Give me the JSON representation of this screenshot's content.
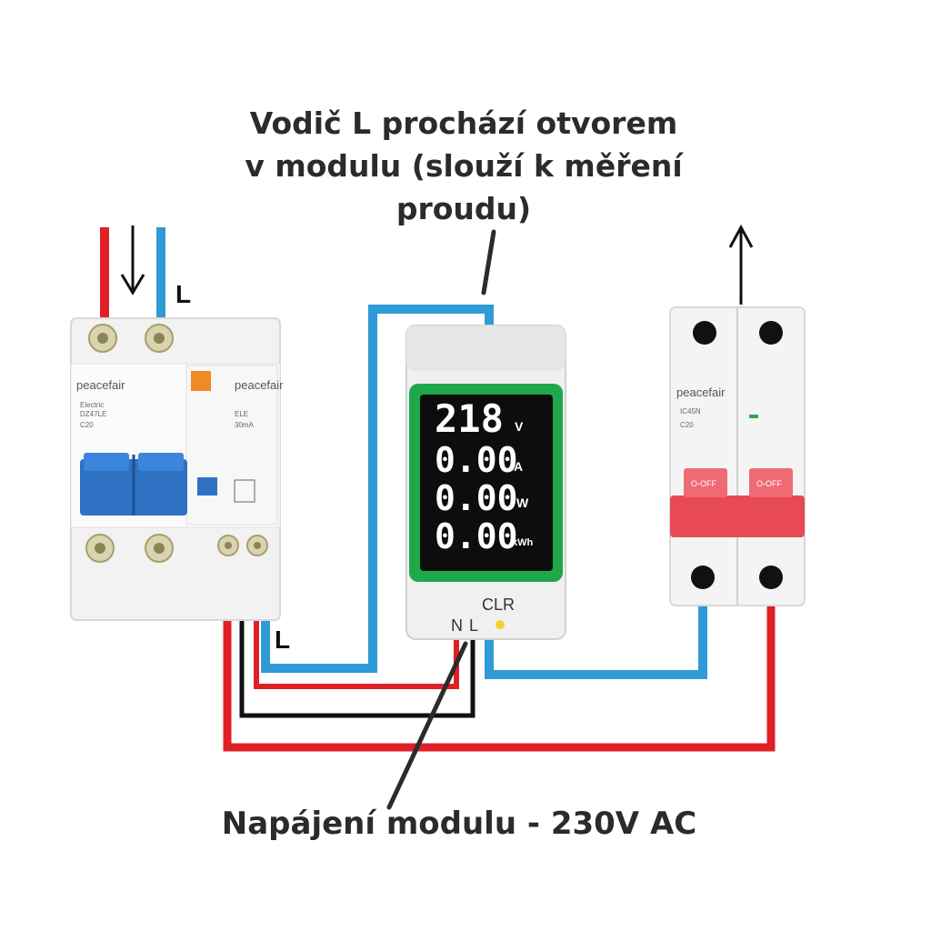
{
  "annotations": {
    "top": [
      "Vodič L prochází otvorem",
      "v modulu (slouží k měření",
      "proudu)"
    ],
    "bottom": "Napájení modulu -  230V AC"
  },
  "labels": {
    "rcd_input_l": "L",
    "rcd_output_l": "L"
  },
  "rcd": {
    "brand": "peacefair",
    "model_lines": [
      "Electric",
      "DZ47LE",
      "C20",
      "ELE",
      "30mA"
    ]
  },
  "meter": {
    "display_rows": [
      {
        "value": "218",
        "unit": "V"
      },
      {
        "value": "0.00",
        "unit": "A"
      },
      {
        "value": "0.00",
        "unit": "W"
      },
      {
        "value": "0.00",
        "unit": "kWh"
      }
    ],
    "clr_label": "CLR",
    "terminal_n": "N",
    "terminal_l": "L"
  },
  "mcb": {
    "brand": "peacefair",
    "model_lines": [
      "IC45N",
      "C20"
    ],
    "switch_labels": [
      "O-OFF",
      "O-OFF"
    ]
  },
  "colors": {
    "phase_wire": "#e02027",
    "neutral_wire": "#2f9ad6",
    "meter_supply_wire": "#111111",
    "rcd_handle": "#2f72c4",
    "mcb_handle": "#e84a55",
    "display_frame": "#1fa84a"
  }
}
